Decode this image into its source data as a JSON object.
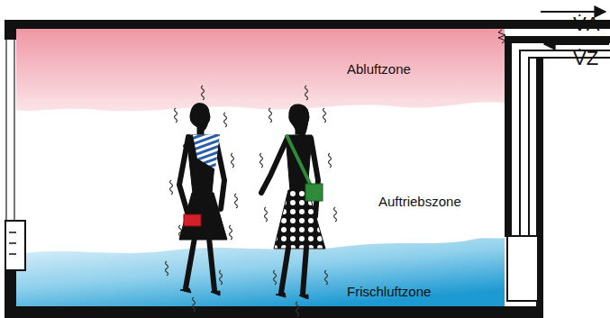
{
  "diagram": {
    "nodes": [
      {
        "text": [
          "Abluftzone"
        ]
      },
      {
        "text": [
          "Auftriebszone"
        ]
      },
      {
        "text": [
          "Frischluftzone"
        ]
      }
    ],
    "labels": [
      "V̇A",
      "V̇Z"
    ]
  }
}
